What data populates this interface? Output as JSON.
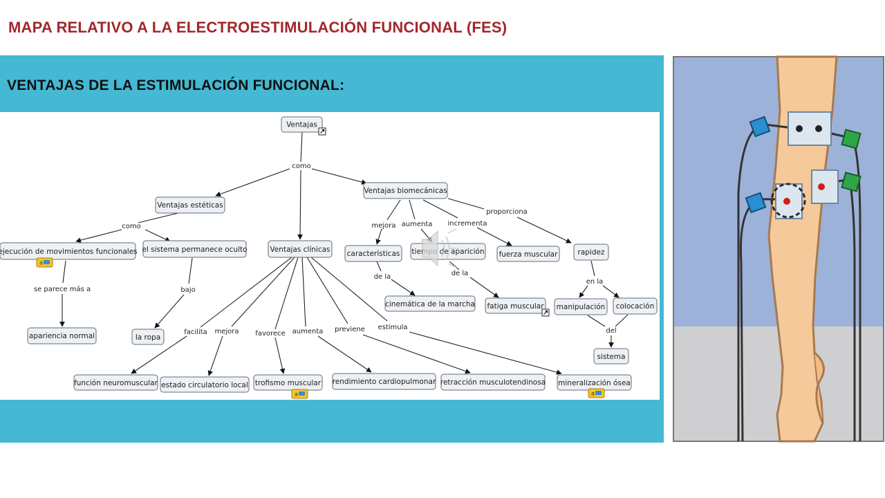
{
  "slide": {
    "title": "MAPA RELATIVO A LA ELECTROESTIMULACIÓN FUNCIONAL (FES)",
    "section_title": "VENTAJAS DE LA ESTIMULACIÓN FUNCIONAL:"
  },
  "concept_map": {
    "nodes": {
      "ventajas": "Ventajas",
      "esteticas": "Ventajas estéticas",
      "biomecanicas": "Ventajas biomecánicas",
      "clinicas": "Ventajas clínicas",
      "ejecucion": "ejecución de movimientos funcionales",
      "permanece": "el sistema permanece oculto",
      "apariencia": "apariencia normal",
      "ropa": "la ropa",
      "caracteristicas": "características",
      "tiempo": "tiempo de aparición",
      "fuerza": "fuerza muscular",
      "rapidez": "rapidez",
      "cinematica": "cinemática de la marcha",
      "fatiga": "fatiga muscular",
      "manipulacion": "manipulación",
      "colocacion": "colocación",
      "sistema": "sistema",
      "neuromuscular": "función neuromuscular",
      "circulatorio": "estado circulatorio local",
      "trofismo": "trofismo muscular",
      "cardiopulmonar": "rendimiento cardiopulmonar",
      "retraccion": "retracción musculotendinosa",
      "mineralizacion": "mineralización ósea"
    },
    "links": {
      "como_1": "como",
      "como_2": "como",
      "se_parece": "se parece más a",
      "bajo": "bajo",
      "mejora_1": "mejora",
      "aumenta_1": "aumenta",
      "incrementa": "incrementa",
      "proporciona": "proporciona",
      "de_la_1": "de la",
      "de_la_2": "de la",
      "en_la": "en la",
      "del": "del",
      "facilita": "facilita",
      "mejora_2": "mejora",
      "favorece": "favorece",
      "aumenta_2": "aumenta",
      "previene": "previene",
      "estimula": "estimula"
    }
  },
  "icons": {
    "expand": "expand-arrow-icon",
    "resource": "resource-badge-icon",
    "audio": "speaker-icon"
  },
  "colors": {
    "title": "#a3272b",
    "band": "#45b8d3",
    "electrode_blue": "#2a8fd0",
    "electrode_green": "#2fa54a",
    "skin": "#f5c99a"
  }
}
